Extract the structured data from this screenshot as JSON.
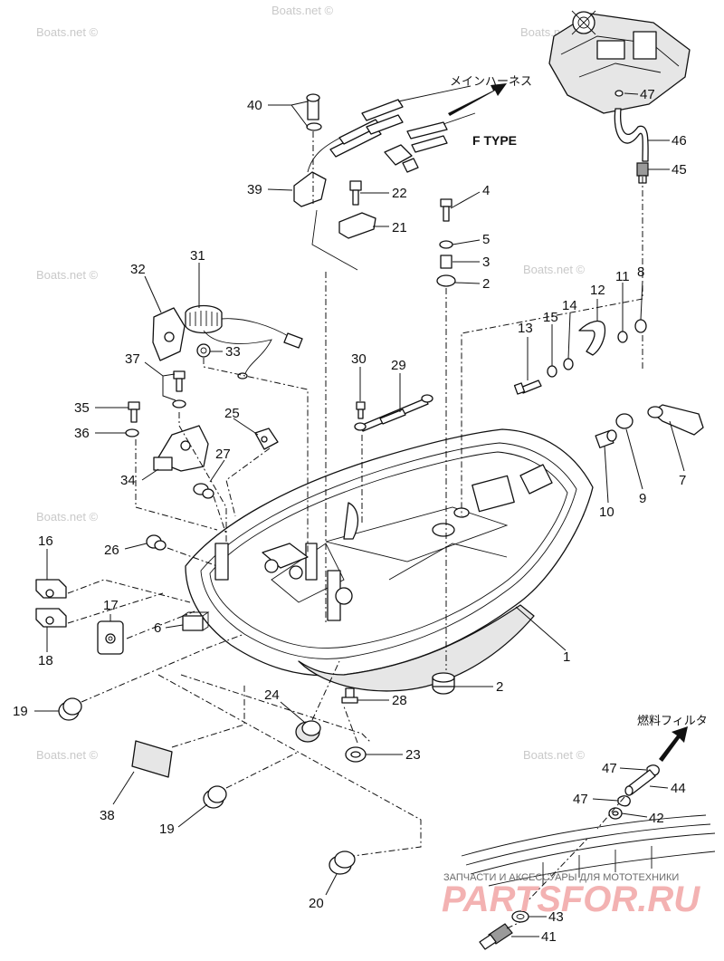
{
  "watermark": "Boats.net ©",
  "annotations": {
    "harness": "メインハーネス",
    "ftype": "F TYPE",
    "filter": "燃料フィルタ"
  },
  "callouts": [
    {
      "id": "c1",
      "text": "1"
    },
    {
      "id": "c2a",
      "text": "2"
    },
    {
      "id": "c2b",
      "text": "2"
    },
    {
      "id": "c3",
      "text": "3"
    },
    {
      "id": "c4",
      "text": "4"
    },
    {
      "id": "c5",
      "text": "5"
    },
    {
      "id": "c6",
      "text": "6"
    },
    {
      "id": "c7",
      "text": "7"
    },
    {
      "id": "c8",
      "text": "8"
    },
    {
      "id": "c9",
      "text": "9"
    },
    {
      "id": "c10",
      "text": "10"
    },
    {
      "id": "c11",
      "text": "11"
    },
    {
      "id": "c12",
      "text": "12"
    },
    {
      "id": "c13",
      "text": "13"
    },
    {
      "id": "c14",
      "text": "14"
    },
    {
      "id": "c15",
      "text": "15"
    },
    {
      "id": "c16",
      "text": "16"
    },
    {
      "id": "c17",
      "text": "17"
    },
    {
      "id": "c18",
      "text": "18"
    },
    {
      "id": "c19a",
      "text": "19"
    },
    {
      "id": "c19b",
      "text": "19"
    },
    {
      "id": "c20",
      "text": "20"
    },
    {
      "id": "c21",
      "text": "21"
    },
    {
      "id": "c22",
      "text": "22"
    },
    {
      "id": "c23",
      "text": "23"
    },
    {
      "id": "c24",
      "text": "24"
    },
    {
      "id": "c25",
      "text": "25"
    },
    {
      "id": "c26",
      "text": "26"
    },
    {
      "id": "c27",
      "text": "27"
    },
    {
      "id": "c28",
      "text": "28"
    },
    {
      "id": "c29",
      "text": "29"
    },
    {
      "id": "c30",
      "text": "30"
    },
    {
      "id": "c31",
      "text": "31"
    },
    {
      "id": "c32",
      "text": "32"
    },
    {
      "id": "c33",
      "text": "33"
    },
    {
      "id": "c34",
      "text": "34"
    },
    {
      "id": "c35",
      "text": "35"
    },
    {
      "id": "c36",
      "text": "36"
    },
    {
      "id": "c37",
      "text": "37"
    },
    {
      "id": "c38",
      "text": "38"
    },
    {
      "id": "c39",
      "text": "39"
    },
    {
      "id": "c40",
      "text": "40"
    },
    {
      "id": "c41",
      "text": "41"
    },
    {
      "id": "c42",
      "text": "42"
    },
    {
      "id": "c43",
      "text": "43"
    },
    {
      "id": "c44",
      "text": "44"
    },
    {
      "id": "c45",
      "text": "45"
    },
    {
      "id": "c46",
      "text": "46"
    },
    {
      "id": "c47a",
      "text": "47"
    },
    {
      "id": "c47b",
      "text": "47"
    },
    {
      "id": "c47c",
      "text": "47"
    }
  ],
  "branding": {
    "tagline": "ЗАПЧАСТИ И АКСЕССУАРЫ ДЛЯ МОТОТЕХНИКИ",
    "logo": "PARTSFOR.RU",
    "colors": {
      "logo": "#f3b2b2",
      "tagline": "#6b6b6b"
    }
  }
}
